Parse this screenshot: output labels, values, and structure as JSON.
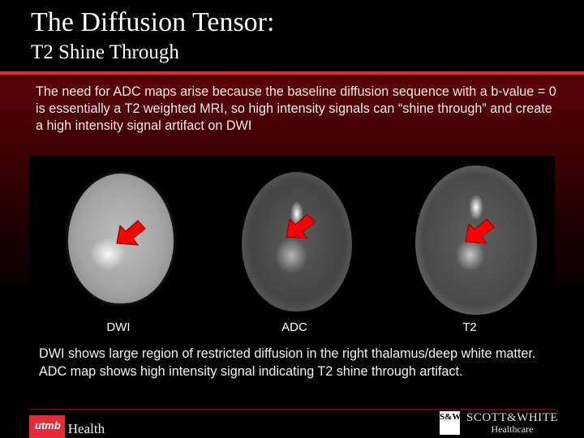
{
  "slide": {
    "title_line1": "The Diffusion Tensor:",
    "title_line2": "T2 Shine Through",
    "intro_text": "The need for ADC maps arise because the baseline diffusion sequence with a b-value = 0 is essentially a T2 weighted MRI, so high intensity signals can “shine through” and create a high intensity signal artifact on DWI",
    "images": [
      {
        "label": "DWI",
        "icon": "red-arrow-icon"
      },
      {
        "label": "ADC",
        "icon": "red-arrow-icon"
      },
      {
        "label": "T2",
        "icon": "red-arrow-icon"
      }
    ],
    "description": "DWI shows large region of restricted diffusion in the right thalamus/deep white matter. ADC map shows high intensity signal indicating T2 shine through artifact."
  },
  "footer": {
    "left_logo": {
      "mark": "utmb",
      "text": "Health"
    },
    "right_logo": {
      "mark": "S&W",
      "name": "SCOTT&WHITE",
      "sub": "Healthcare"
    }
  },
  "colors": {
    "accent_red": "#d8303a",
    "arrow_red": "#ff0000",
    "background": "#000000",
    "band_top": "#5a0206"
  }
}
